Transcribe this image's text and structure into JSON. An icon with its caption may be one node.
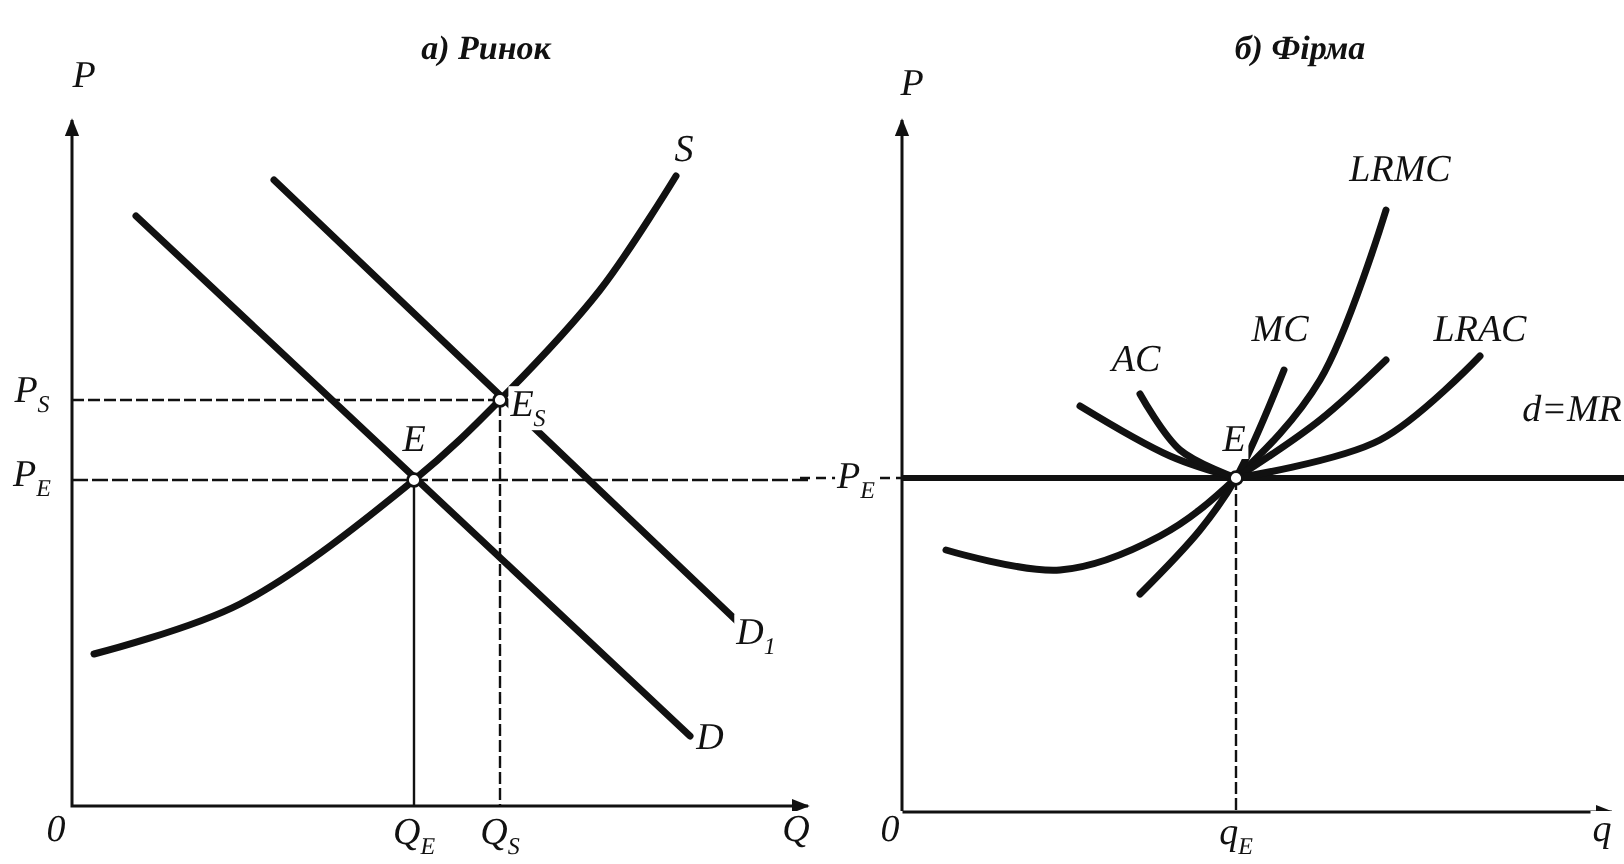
{
  "diagram": {
    "labels": [
      "а) Ринок",
      "б) Фірма",
      "P",
      "P",
      "LRMC",
      "S",
      "LRAC",
      "AC",
      "MC",
      "P$_{S}$",
      "E$_{S}$",
      "E",
      "E",
      "d=MR",
      "P$_{E}$",
      "P$_{E}$",
      "D$_{1}$",
      "D",
      "0",
      "Q$_{E}$",
      "Q$_{S}$",
      "Q",
      "0",
      "q$_{E}$",
      "q"
    ]
  }
}
